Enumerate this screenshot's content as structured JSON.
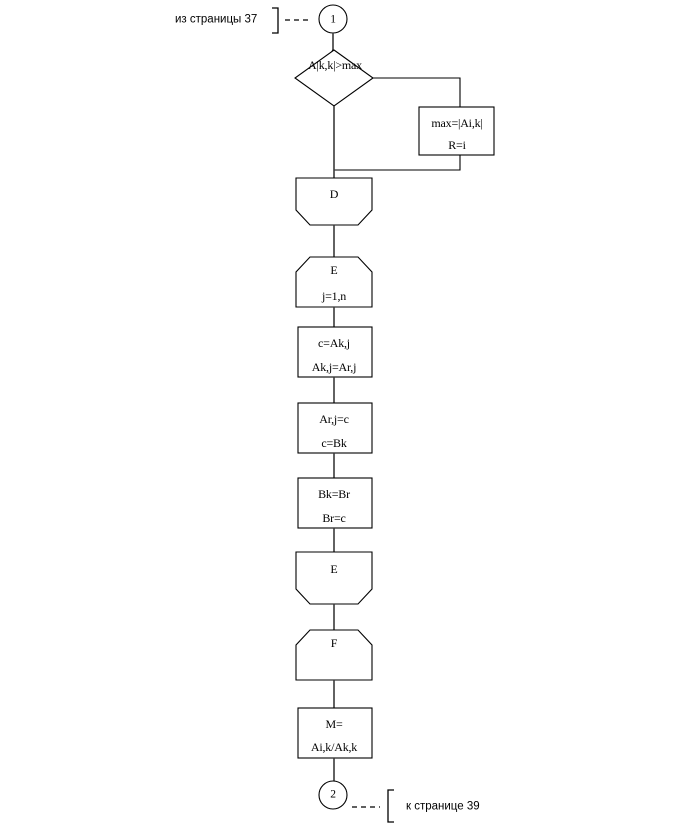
{
  "diagram": {
    "type": "flowchart",
    "language": "ru",
    "page_refs": {
      "from_page_label": "из страницы 37",
      "to_page_label": "к странице 39"
    },
    "connectors": {
      "entry": "1",
      "exit": "2"
    },
    "nodes": [
      {
        "id": "decision-akk-gt-max",
        "shape": "diamond",
        "lines": [
          "A|k,k|>max"
        ]
      },
      {
        "id": "process-max-assign",
        "shape": "rectangle",
        "lines": [
          "max=|Ai,k|",
          "R=i"
        ]
      },
      {
        "id": "loop-end-d",
        "shape": "loop-end-hexagon",
        "lines": [
          "D"
        ]
      },
      {
        "id": "loop-start-e",
        "shape": "loop-start-hexagon",
        "lines": [
          "E",
          "j=1,n"
        ]
      },
      {
        "id": "process-swap-a-1",
        "shape": "rectangle",
        "lines": [
          "c=Ak,j",
          "Ak,j=Ar,j"
        ]
      },
      {
        "id": "process-swap-a-2",
        "shape": "rectangle",
        "lines": [
          "Ar,j=c",
          "c=Bk"
        ]
      },
      {
        "id": "process-swap-b",
        "shape": "rectangle",
        "lines": [
          "Bk=Br",
          "Br=c"
        ]
      },
      {
        "id": "loop-end-e",
        "shape": "loop-end-hexagon",
        "lines": [
          "E"
        ]
      },
      {
        "id": "loop-start-f",
        "shape": "loop-start-hexagon",
        "lines": [
          "F"
        ]
      },
      {
        "id": "process-m-assign",
        "shape": "rectangle",
        "lines": [
          "M=",
          "Ai,k/Ak,k"
        ]
      }
    ],
    "labels": {
      "decision_text": "A|k,k|>max",
      "max_box_line1": "max=|Ai,k|",
      "max_box_line2": "R=i",
      "d_text": "D",
      "e_start_line1": "E",
      "e_start_line2": "j=1,n",
      "swap1_line1": "c=Ak,j",
      "swap1_line2": "Ak,j=Ar,j",
      "swap2_line1": "Ar,j=c",
      "swap2_line2": "c=Bk",
      "swap3_line1": "Bk=Br",
      "swap3_line2": "Br=c",
      "e_end_text": "E",
      "f_text": "F",
      "m_line1": "M=",
      "m_line2": "Ai,k/Ak,k",
      "connector_in": "1",
      "connector_out": "2",
      "from_page": "из страницы 37",
      "to_page": "к странице 39"
    },
    "colors": {
      "background": "#ffffff",
      "stroke": "#000000",
      "connector_stroke": "#3a3a3a"
    }
  }
}
